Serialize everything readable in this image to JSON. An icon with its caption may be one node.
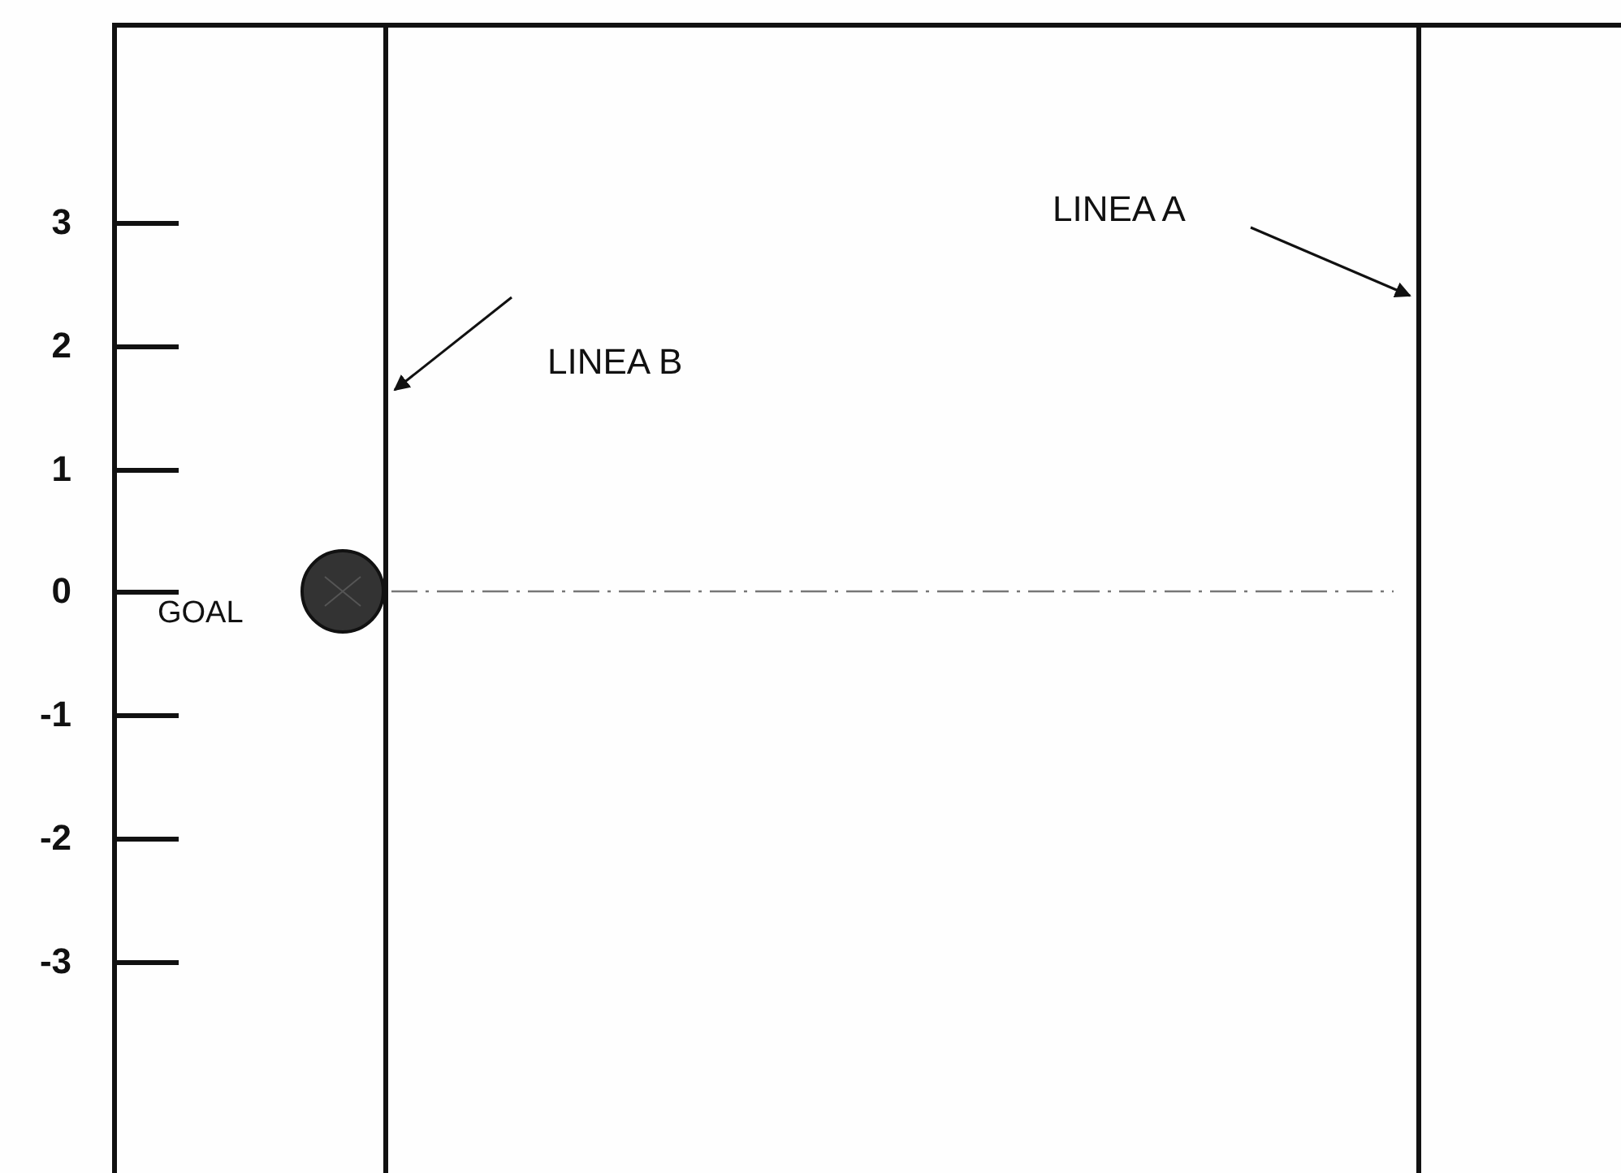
{
  "diagram": {
    "nodes": [
      {
        "text": [
          "LINEA A"
        ]
      },
      {
        "text": [],
        "shape": "line"
      },
      {
        "text": [
          "LINEA B"
        ]
      },
      {
        "text": [],
        "shape": "line"
      }
    ],
    "edges": [
      {
        "from": 0,
        "to": 3,
        "arrow": "to"
      },
      {
        "from": 2,
        "to": 1,
        "arrow": "to"
      }
    ],
    "labels": [
      "3",
      "2",
      "1",
      "0",
      "-1",
      "-2",
      "-3",
      "GOAL"
    ]
  }
}
